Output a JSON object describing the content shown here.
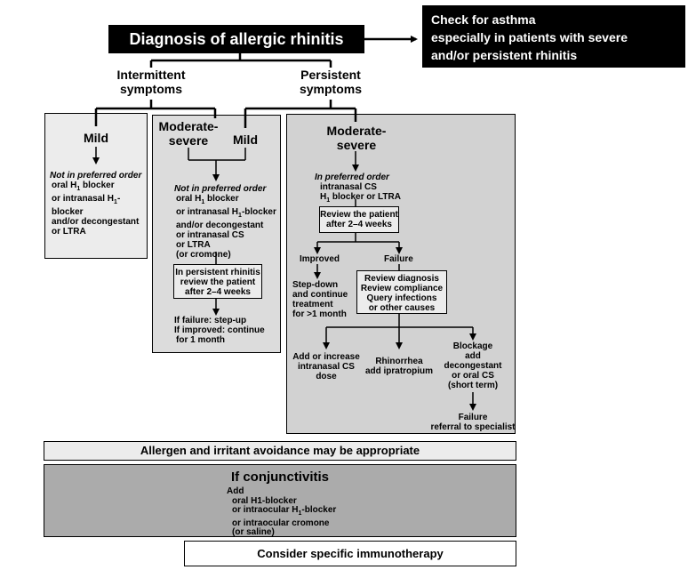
{
  "header": {
    "diagnosis": "Diagnosis of allergic rhinitis",
    "asthma_line1": "Check for asthma",
    "asthma_line2": "especially in patients with severe",
    "asthma_line3": "and/or persistent rhinitis"
  },
  "categories": {
    "intermittent_l1": "Intermittent",
    "intermittent_l2": "symptoms",
    "persistent_l1": "Persistent",
    "persistent_l2": "symptoms"
  },
  "mild_intermittent": {
    "title": "Mild",
    "order": "Not in preferred order",
    "l1": "oral H",
    "l1_sub": "1",
    "l1_end": " blocker",
    "l2": "or intranasal H",
    "l2_sub": "1",
    "l2_end": "-blocker",
    "l3": "and/or decongestant",
    "l4": "or LTRA"
  },
  "middle": {
    "moderate_l1": "Moderate-",
    "moderate_l2": "severe",
    "mild": "Mild",
    "order": "Not in preferred order",
    "l1": "oral H",
    "l1_sub": "1",
    "l1_end": " blocker",
    "l2": "or intranasal H",
    "l2_sub": "1",
    "l2_end": "-blocker",
    "l3": "and/or decongestant",
    "l4": "or intranasal CS",
    "l5": "or LTRA",
    "l6": "(or cromone)",
    "review_l1": "In persistent rhinitis",
    "review_l2": "review the patient",
    "review_l3": "after 2–4 weeks",
    "if_failure": "If failure: step-up",
    "if_improved": "If improved: continue",
    "for_month": "for 1 month"
  },
  "right": {
    "moderate_l1": "Moderate-",
    "moderate_l2": "severe",
    "order": "In preferred order",
    "l1": "intranasal CS",
    "l2": "H",
    "l2_sub": "1",
    "l2_end": " blocker or LTRA",
    "review_l1": "Review the patient",
    "review_l2": "after 2–4 weeks",
    "improved": "Improved",
    "failure": "Failure",
    "stepdown_l1": "Step-down",
    "stepdown_l2": "and continue",
    "stepdown_l3": "treatment",
    "stepdown_l4": "for >1 month",
    "rd_l1": "Review diagnosis",
    "rd_l2": "Review compliance",
    "rd_l3": "Query infections",
    "rd_l4": "or other causes",
    "add_l1": "Add or increase",
    "add_l2": "intranasal CS",
    "add_l3": "dose",
    "rh_l1": "Rhinorrhea",
    "rh_l2": "add ipratropium",
    "bl_l1": "Blockage",
    "bl_l2": "add",
    "bl_l3": "decongestant",
    "bl_l4": "or oral CS",
    "bl_l5": "(short term)",
    "fail_l1": "Failure",
    "fail_l2": "referral to specialist"
  },
  "allergen": "Allergen and irritant avoidance may be appropriate",
  "conjunctivitis": {
    "title": "If conjunctivitis",
    "add": "Add",
    "l1": "oral H1-blocker",
    "l2": "or intraocular H",
    "l2_sub": "1",
    "l2_end": "-blocker",
    "l3": "or intraocular cromone",
    "l4": "(or saline)"
  },
  "immunotherapy": "Consider specific immunotherapy",
  "colors": {
    "black": "#000000",
    "light_gray": "#ececec",
    "mid_gray": "#dcdcdc",
    "right_gray": "#d2d2d2",
    "dark_gray": "#ababab"
  }
}
